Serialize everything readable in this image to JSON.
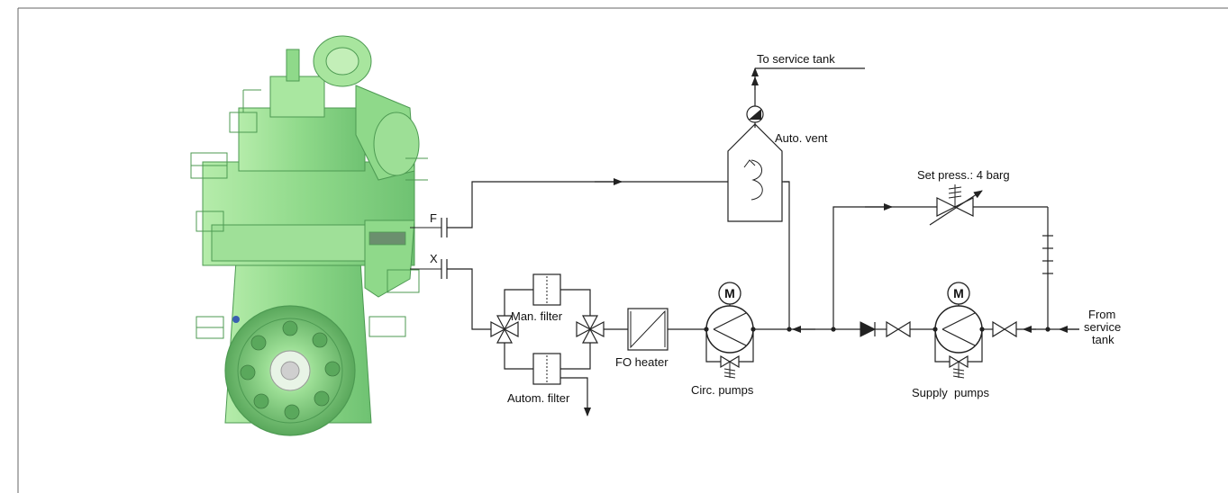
{
  "labels": {
    "to_service_tank": "To service tank",
    "auto_vent": "Auto. vent",
    "set_press": "Set press.: 4 barg",
    "port_f": "F",
    "port_x": "X",
    "man_filter": "Man. filter",
    "autom_filter": "Autom. filter",
    "fo_heater": "FO heater",
    "circ_pumps": "Circ. pumps",
    "supply_pumps": "Supply  pumps",
    "from_line1": "From",
    "from_line2": "service",
    "from_line3": "tank",
    "motor_symbol": "M"
  },
  "colors": {
    "engine_green": "#8fd98a",
    "engine_green_dark": "#4d9a52",
    "engine_green_light": "#c3efb8",
    "line": "#222222"
  },
  "icons": [
    "engine-illustration",
    "deaerating-tank-icon",
    "pressure-gauge-icon",
    "motor-icon",
    "pump-icon",
    "gate-valve-icon",
    "three-way-valve-icon",
    "check-valve-icon",
    "relief-valve-icon",
    "arrow-icon"
  ]
}
